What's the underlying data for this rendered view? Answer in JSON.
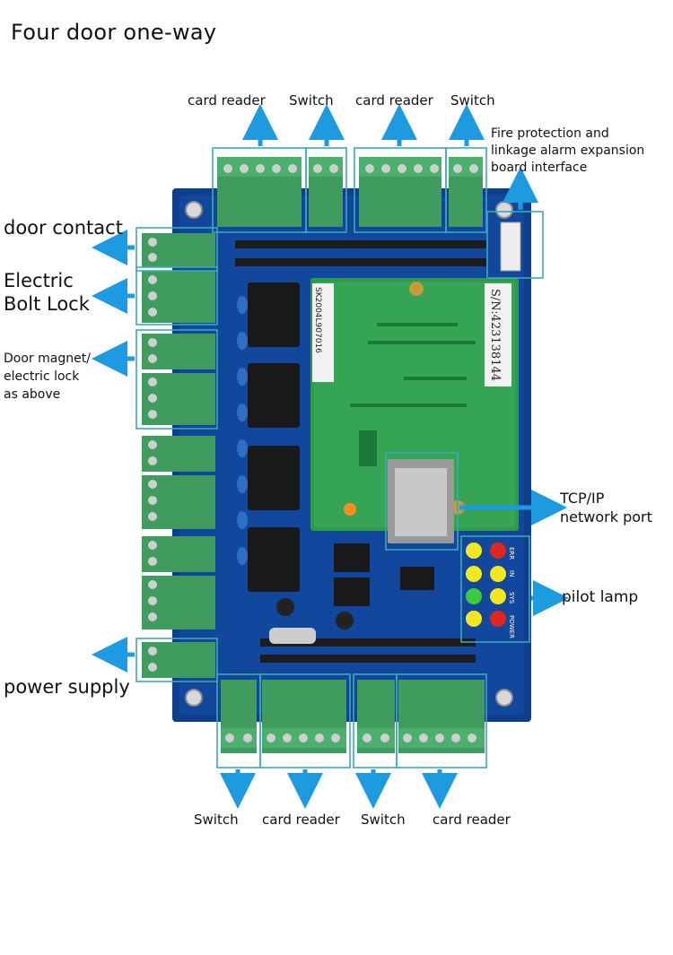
{
  "title": "Four door one-way",
  "labels": {
    "top_card_reader_1": "card reader",
    "top_switch_1": "Switch",
    "top_card_reader_2": "card reader",
    "top_switch_2": "Switch",
    "fire_protection": [
      "Fire protection and",
      "linkage alarm expansion",
      "board interface"
    ],
    "door_contact": "door contact",
    "electric_bolt_lock": [
      "Electric",
      "Bolt Lock"
    ],
    "door_magnet": [
      "Door magnet/",
      "electric lock",
      "as above"
    ],
    "power_supply": "power supply",
    "tcp_ip": [
      "TCP/IP",
      "network port"
    ],
    "pilot_lamp": "pilot lamp",
    "bottom_switch_1": "Switch",
    "bottom_card_reader_1": "card reader",
    "bottom_switch_2": "Switch",
    "bottom_card_reader_2": "card reader"
  },
  "board": {
    "serial": "S/N:423138144",
    "module_code": "SK2004L907016",
    "led_labels": [
      "ERR",
      "IN",
      "SYS",
      "POWER"
    ]
  },
  "colors": {
    "arrow": "#1e9be0",
    "callout_box": "#3aa9b6",
    "pcb": "#0f3f8c",
    "terminal": "#3f9c5e",
    "module": "#2f9a4c"
  }
}
